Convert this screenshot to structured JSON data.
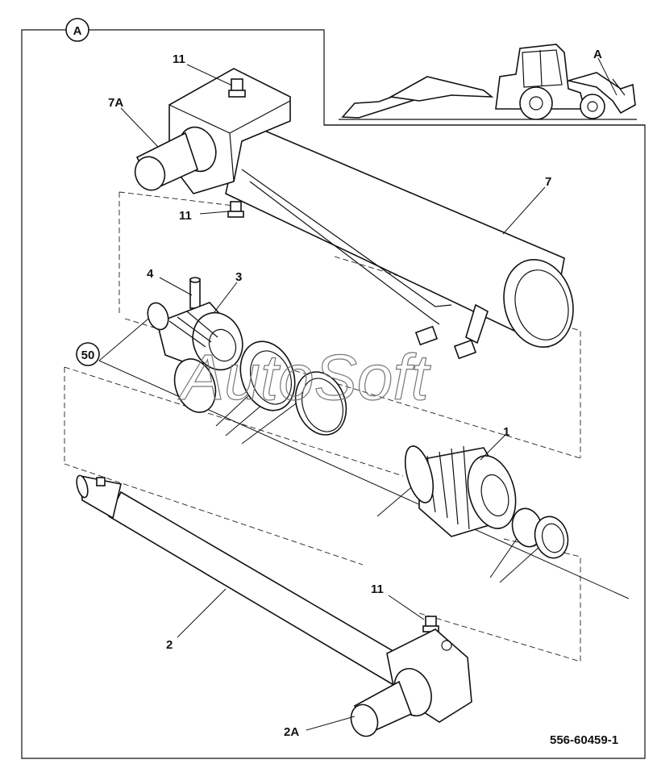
{
  "view_label": "A",
  "inset_view_label": "A",
  "drawing_number": "556-60459-1",
  "watermark": "AutoSoft",
  "part_labels": {
    "p11_top": "11",
    "p7a": "7A",
    "p11_mid": "11",
    "p7": "7",
    "p4": "4",
    "p3": "3",
    "p50": "50",
    "p1": "1",
    "p11_bottom": "11",
    "p2": "2",
    "p2a": "2A"
  }
}
